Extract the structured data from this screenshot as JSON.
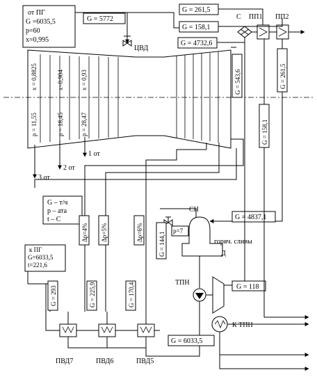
{
  "from_pg": {
    "title": "от ПГ",
    "G": "G =6035,5",
    "p": "p=60",
    "x": "x=0,995"
  },
  "flows": {
    "g5772": "G = 5772",
    "g261_top": "G = 261,5",
    "g158_top": "G = 158,1",
    "g4732": "G = 4732,6",
    "g543": "G = 543,6",
    "g261_side": "G = 261,5",
    "g158_side": "G = 158,1",
    "g4837": "G = 4837,1",
    "g144": "G = 144,1",
    "g118": "G = 118",
    "g6033_bottom": "G = 6033,5",
    "g293": "G = 293",
    "g2259": "G = 225,9",
    "g1704": "G = 170,4"
  },
  "labels": {
    "cvd": "ЦВД",
    "s": "С",
    "pp1": "ПП1",
    "pp2": "ПП2",
    "sn": "СН",
    "p7": "p=7",
    "gor_sl": "горяч. сливы",
    "d": "Д",
    "tpn": "ТПН",
    "ktpn": "К ТПН",
    "pvd7": "ПВД7",
    "pvd6": "ПВД6",
    "pvd5": "ПВД5",
    "ot1": "1 от",
    "ot2": "2 от",
    "ot3": "3 от"
  },
  "turbine_params": {
    "x1": "x = 0,8825",
    "x2": "x=0,904",
    "x3": "x = 0,93",
    "p1": "p = 11,55",
    "p2": "p = 18,45",
    "p3": "p = 28,47"
  },
  "legend": {
    "g": "G – т/ч",
    "p": "p – ата",
    "t": "t – C"
  },
  "dp": {
    "dp7": "Δp=4%",
    "dp6": "Δp=5%",
    "dp5": "Δp=6%"
  },
  "to_pg": {
    "title": "к ПГ",
    "G": "G=6033,5",
    "t": "t=221,6"
  }
}
